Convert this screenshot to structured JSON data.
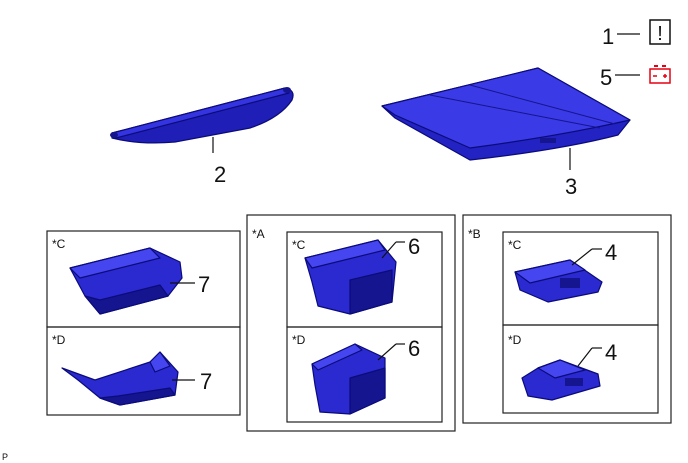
{
  "callouts": {
    "c1": "1",
    "c2": "2",
    "c3": "3",
    "c4a": "4",
    "c4b": "4",
    "c5": "5",
    "c6a": "6",
    "c6b": "6",
    "c7a": "7",
    "c7b": "7"
  },
  "tags": {
    "a": "*A",
    "b": "*B",
    "c_left": "*C",
    "d_left": "*D",
    "c_mid": "*C",
    "d_mid": "*D",
    "c_right": "*C",
    "d_right": "*D"
  },
  "legend": {
    "caution_symbol": "!",
    "battery_icon": "battery-icon"
  },
  "footer_mark": "P",
  "colors": {
    "part_blue": "#2a2ad0",
    "part_dark": "#15158f",
    "battery_red": "#e60012"
  }
}
